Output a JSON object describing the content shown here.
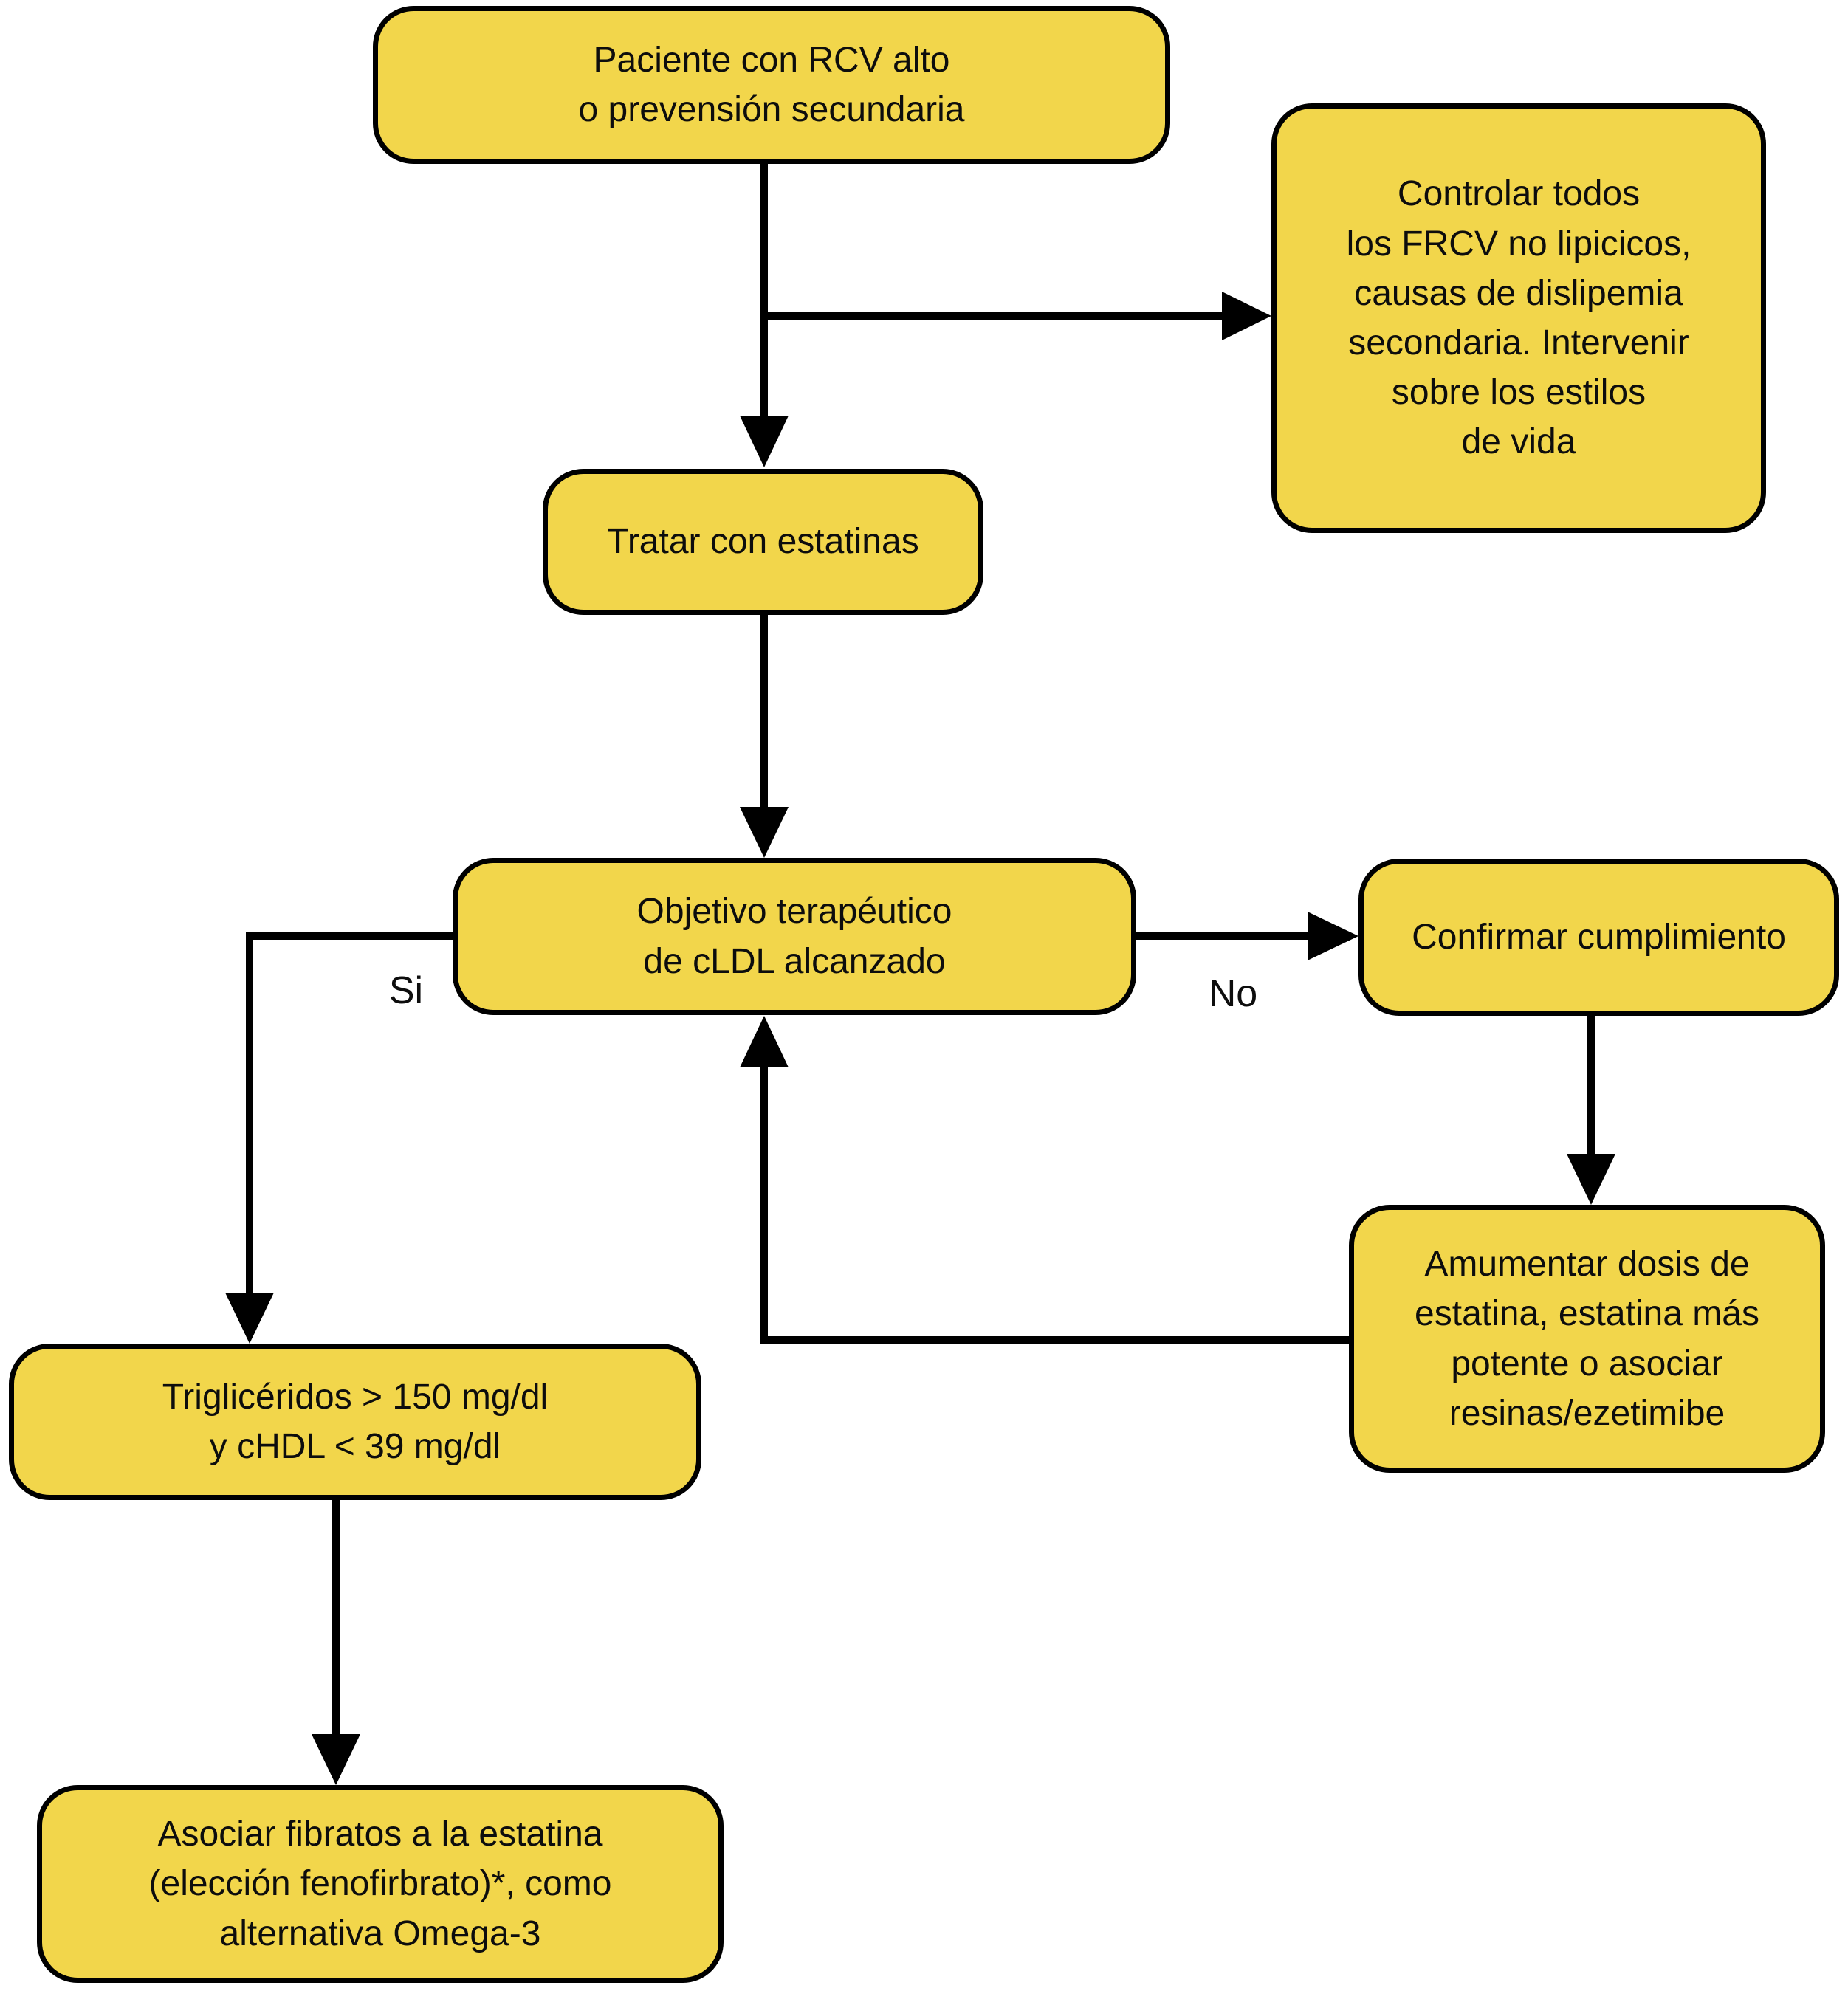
{
  "diagram": {
    "colors": {
      "background": "#FFFFFF",
      "node_fill": "#F2D64B",
      "node_border": "#000000",
      "line": "#000000",
      "text": "#0D0D0D"
    },
    "nodes": {
      "paciente": {
        "text": "Paciente con RCV alto\no prevensión secundaria"
      },
      "controlar": {
        "text": "Controlar todos\nlos FRCV no lipicicos,\ncausas de dislipemia\nsecondaria. Intervenir\nsobre los estilos\nde vida"
      },
      "tratar": {
        "text": "Tratar con estatinas"
      },
      "objetivo": {
        "text": "Objetivo terapéutico\nde cLDL alcanzado"
      },
      "confirmar": {
        "text": "Confirmar cumplimiento"
      },
      "aumentar": {
        "text": "Amumentar dosis de\nestatina, estatina más\npotente o asociar\nresinas/ezetimibe"
      },
      "trigliceridos": {
        "text": "Triglicéridos > 150 mg/dl\ny cHDL < 39 mg/dl"
      },
      "asociar": {
        "text": "Asociar fibratos a la estatina\n(elección fenofirbrato)*, como\nalternativa Omega-3"
      }
    },
    "edge_labels": {
      "si": "Si",
      "no": "No"
    }
  }
}
